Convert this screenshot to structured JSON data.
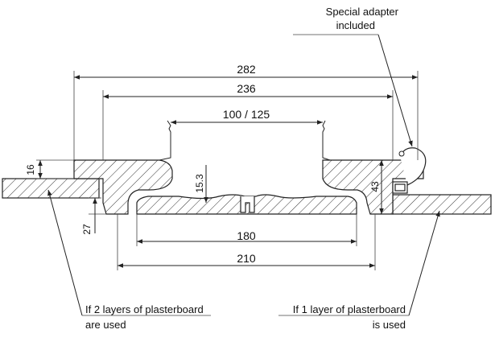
{
  "notes": {
    "adapter_line1": "Special adapter",
    "adapter_line2": "included",
    "two_layers_line1": "If 2 layers of plasterboard",
    "two_layers_line2": "are used",
    "one_layer_line1": "If 1 layer of plasterboard",
    "one_layer_line2": "is used"
  },
  "dimensions": {
    "overall_width": "282",
    "frame_width": "236",
    "duct_diameter": "100 / 125",
    "plate_depth": "15.3",
    "plate_width": "180",
    "cutout_width": "210",
    "flange_thickness": "16",
    "board_gap": "27",
    "height": "43"
  }
}
